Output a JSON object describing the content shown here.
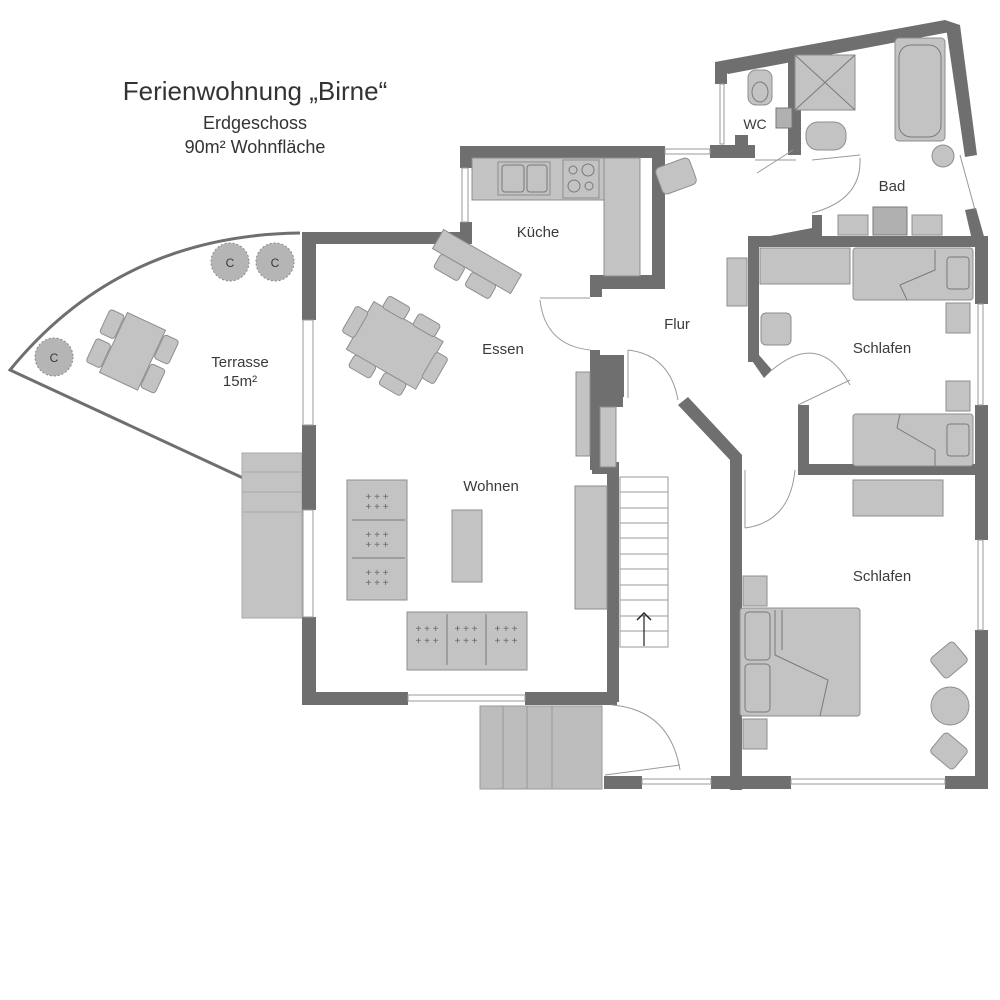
{
  "header": {
    "title": "Ferienwohnung „Birne“",
    "floor": "Erdgeschoss",
    "area": "90m² Wohnfläche"
  },
  "rooms": {
    "terrace": {
      "label": "Terrasse",
      "area": "15m²"
    },
    "kitchen": {
      "label": "Küche"
    },
    "dining": {
      "label": "Essen"
    },
    "living": {
      "label": "Wohnen"
    },
    "hallway": {
      "label": "Flur"
    },
    "wc": {
      "label": "WC"
    },
    "bathroom": {
      "label": "Bad"
    },
    "bedroom_1": {
      "label": "Schlafen"
    },
    "bedroom_2": {
      "label": "Schlafen"
    }
  },
  "plants": {
    "symbol": "C"
  },
  "colors": {
    "wall": "#6f6f6f",
    "furniture": "#c3c3c3",
    "text": "#3a3a3a",
    "background": "#ffffff"
  }
}
